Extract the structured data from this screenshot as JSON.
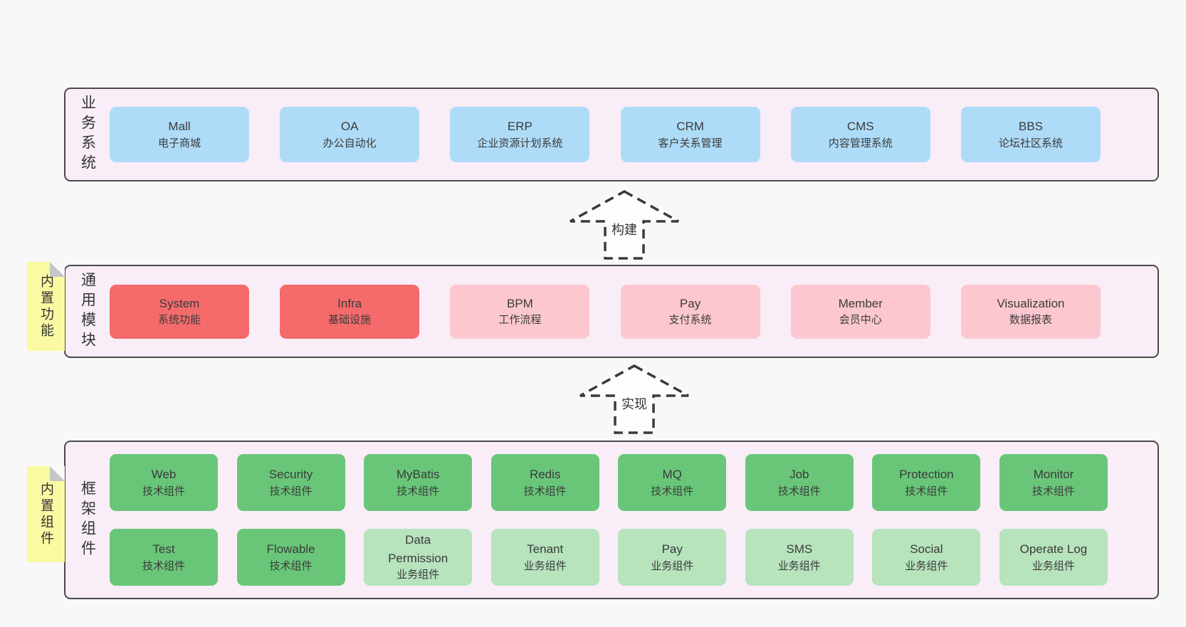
{
  "layers": {
    "business": {
      "label": "业务系统",
      "boxes": [
        {
          "name": "Mall",
          "desc": "电子商城",
          "variant": "blue"
        },
        {
          "name": "OA",
          "desc": "办公自动化",
          "variant": "blue"
        },
        {
          "name": "ERP",
          "desc": "企业资源计划系统",
          "variant": "blue"
        },
        {
          "name": "CRM",
          "desc": "客户关系管理",
          "variant": "blue"
        },
        {
          "name": "CMS",
          "desc": "内容管理系统",
          "variant": "blue"
        },
        {
          "name": "BBS",
          "desc": "论坛社区系统",
          "variant": "blue"
        }
      ]
    },
    "modules": {
      "label": "通用模块",
      "note": "内置功能",
      "boxes": [
        {
          "name": "System",
          "desc": "系统功能",
          "variant": "red"
        },
        {
          "name": "Infra",
          "desc": "基础设施",
          "variant": "red"
        },
        {
          "name": "BPM",
          "desc": "工作流程",
          "variant": "pink"
        },
        {
          "name": "Pay",
          "desc": "支付系统",
          "variant": "pink"
        },
        {
          "name": "Member",
          "desc": "会员中心",
          "variant": "pink"
        },
        {
          "name": "Visualization",
          "desc": "数据报表",
          "variant": "pink"
        }
      ]
    },
    "components": {
      "label": "框架组件",
      "note": "内置组件",
      "rows": [
        [
          {
            "name": "Web",
            "desc": "技术组件",
            "variant": "green"
          },
          {
            "name": "Security",
            "desc": "技术组件",
            "variant": "green"
          },
          {
            "name": "MyBatis",
            "desc": "技术组件",
            "variant": "green"
          },
          {
            "name": "Redis",
            "desc": "技术组件",
            "variant": "green"
          },
          {
            "name": "MQ",
            "desc": "技术组件",
            "variant": "green"
          },
          {
            "name": "Job",
            "desc": "技术组件",
            "variant": "green"
          },
          {
            "name": "Protection",
            "desc": "技术组件",
            "variant": "green"
          },
          {
            "name": "Monitor",
            "desc": "技术组件",
            "variant": "green"
          }
        ],
        [
          {
            "name": "Test",
            "desc": "技术组件",
            "variant": "green"
          },
          {
            "name": "Flowable",
            "desc": "技术组件",
            "variant": "green"
          },
          {
            "name": "Data Permission",
            "desc": "业务组件",
            "variant": "lightgreen"
          },
          {
            "name": "Tenant",
            "desc": "业务组件",
            "variant": "lightgreen"
          },
          {
            "name": "Pay",
            "desc": "业务组件",
            "variant": "lightgreen"
          },
          {
            "name": "SMS",
            "desc": "业务组件",
            "variant": "lightgreen"
          },
          {
            "name": "Social",
            "desc": "业务组件",
            "variant": "lightgreen"
          },
          {
            "name": "Operate Log",
            "desc": "业务组件",
            "variant": "lightgreen"
          }
        ]
      ]
    }
  },
  "arrows": {
    "build": {
      "label": "构建"
    },
    "implement": {
      "label": "实现"
    }
  },
  "colors": {
    "page_bg": "#f8f8f8",
    "container_bg": "#f9edf7",
    "container_border": "#4a4a4a",
    "blue": "#aedcf8",
    "red": "#f56b6b",
    "pink": "#fcc7cf",
    "green": "#69c679",
    "light_green": "#b7e3bd",
    "note_yellow": "#fafaa2",
    "fold_gray": "#c6c6c6",
    "text": "#3b3b3b"
  }
}
